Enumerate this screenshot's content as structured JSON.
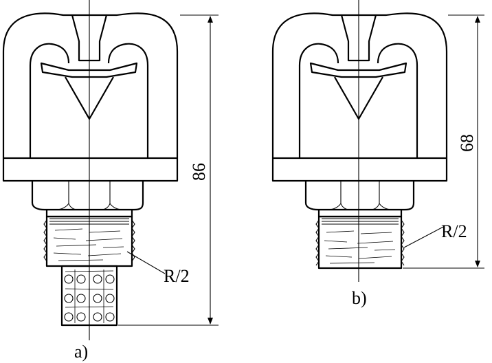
{
  "figure_a": {
    "dimension_label": "86",
    "thread_label": "R/2",
    "caption": "a)"
  },
  "figure_b": {
    "dimension_label": "68",
    "thread_label": "R/2",
    "caption": "b)"
  },
  "colors": {
    "line": "#000000",
    "background": "#ffffff"
  }
}
